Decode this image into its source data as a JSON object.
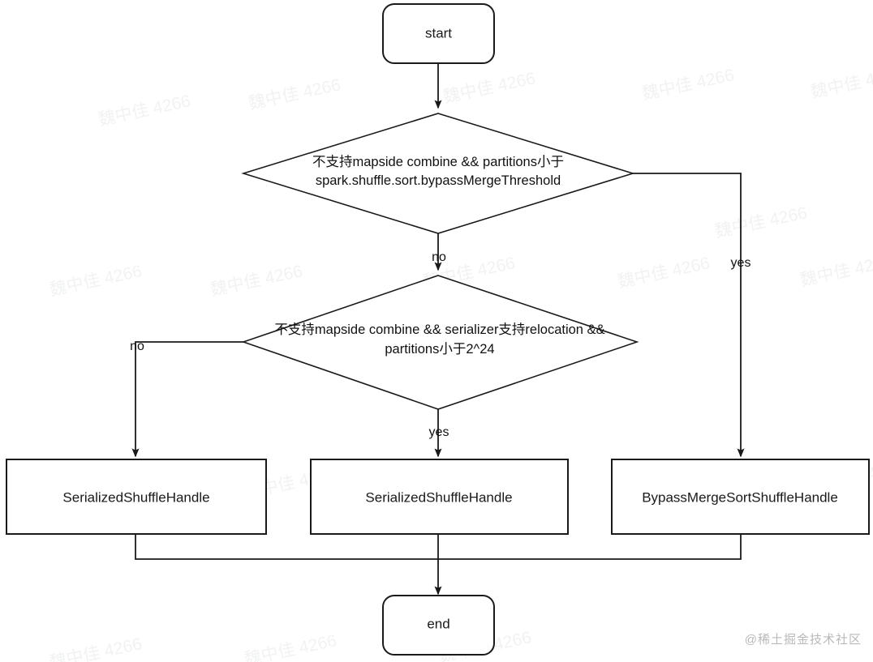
{
  "diagram": {
    "title": "Spark ShuffleHandle selection flowchart",
    "background": "#ffffff",
    "stroke_color": "#1a1a1a",
    "nodes": {
      "start": {
        "label": "start",
        "type": "terminator"
      },
      "decision1": {
        "line1": "不支持mapside combine &&  partitions小于",
        "line2": "spark.shuffle.sort.bypassMergeThreshold",
        "type": "decision"
      },
      "decision2": {
        "line1": "不支持mapside combine &&  serializer支持relocation &&",
        "line2": "partitions小于2^24",
        "type": "decision"
      },
      "result_left": {
        "label": "SerializedShuffleHandle",
        "type": "process"
      },
      "result_center": {
        "label": "SerializedShuffleHandle",
        "type": "process"
      },
      "result_right": {
        "label": "BypassMergeSortShuffleHandle",
        "type": "process"
      },
      "end": {
        "label": "end",
        "type": "terminator"
      }
    },
    "edge_labels": {
      "decision1_no": "no",
      "decision1_yes": "yes",
      "decision2_no": "no",
      "decision2_yes": "yes"
    }
  },
  "watermark": {
    "text": "魏中佳 4266",
    "color": "#f1f2f2"
  },
  "attribution": {
    "text": "@稀土掘金技术社区",
    "color": "#b9b9b9"
  }
}
